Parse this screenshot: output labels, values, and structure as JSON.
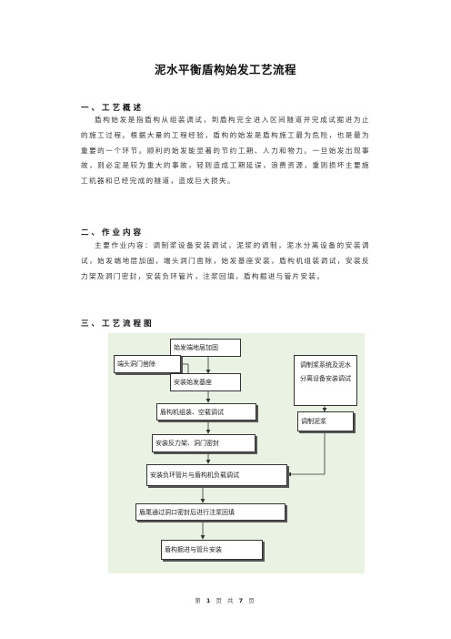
{
  "title": "泥水平衡盾构始发工艺流程",
  "sections": [
    {
      "heading": "一、工艺概述",
      "body": "盾构始发是指盾构从组装调试，到盾构完全进入区间隧道并完成试掘进为止的施工过程。根据大量的工程经验，盾构的始发是盾构施工最为危险，也是最为重要的一个环节。顺利的始发能显著的节约工期、人力和物力。一旦始发出现事故，则必定是较为重大的事故，轻则造成工期延误，浪费资源，重则损坏主要施工机器和已经完成的隧道，造成巨大损失。"
    },
    {
      "heading": "二、作业内容",
      "body": "主要作业内容：调制浆设备安装调试，泥浆的调制，泥水分离设备的安装调试，始发端地层加固，端头洞门凿除，始发基座安装，盾构机组装调试，安装反力架及洞门密封，安装负环管片，注浆回填，盾构掘进与管片安装。"
    },
    {
      "heading": "三、工艺流程图",
      "body": ""
    }
  ],
  "flowchart": {
    "nodes": {
      "ground_reinforce": "始发端地层加固",
      "tunnel_door": "端头洞门凿除",
      "base_install": "安装始发基座",
      "machine_assembly": "盾构机组装、空载调试",
      "reaction_frame": "安装反力架、洞门密封",
      "neg_ring": "安装负环管片与盾构机负载调试",
      "grouting": "盾尾通过洞口密封后进行注浆回填",
      "advance": "盾构掘进与管片安装",
      "slurry_system": "调制浆系统及泥水分离设备安装调试",
      "slurry_mix": "调制泥浆"
    }
  },
  "footer": {
    "prefix": "第",
    "page": "1",
    "mid": "页 共",
    "total": "7",
    "suffix": "页"
  }
}
